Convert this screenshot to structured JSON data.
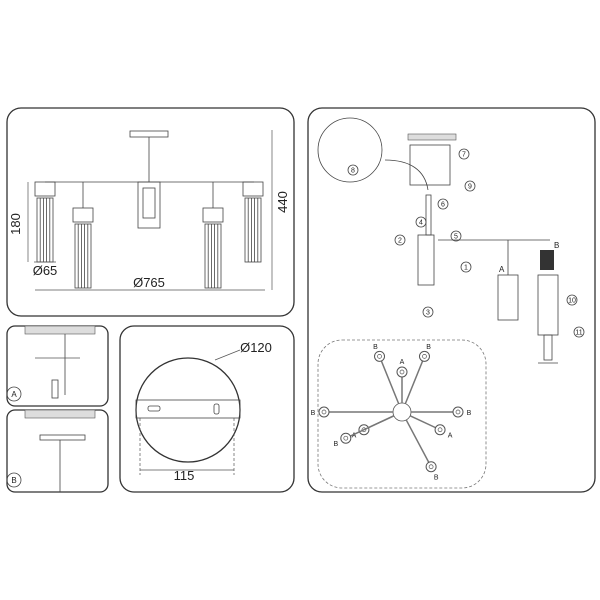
{
  "front_view": {
    "height_shade": "180",
    "height_total": "440",
    "shade_diameter": "Ø65",
    "total_diameter": "Ø765"
  },
  "mount_steps": {
    "a": "A",
    "b": "B"
  },
  "canopy": {
    "diameter": "Ø120",
    "bracket_width": "115"
  },
  "assembly": {
    "steps": [
      "1",
      "2",
      "3",
      "4",
      "5",
      "6",
      "7",
      "8",
      "9",
      "10",
      "11"
    ],
    "shade_a": "A",
    "shade_b": "B"
  },
  "layout_top_view": {
    "arm_labels": [
      "B",
      "B",
      "A",
      "B",
      "B",
      "A",
      "A",
      "B",
      "B"
    ]
  }
}
